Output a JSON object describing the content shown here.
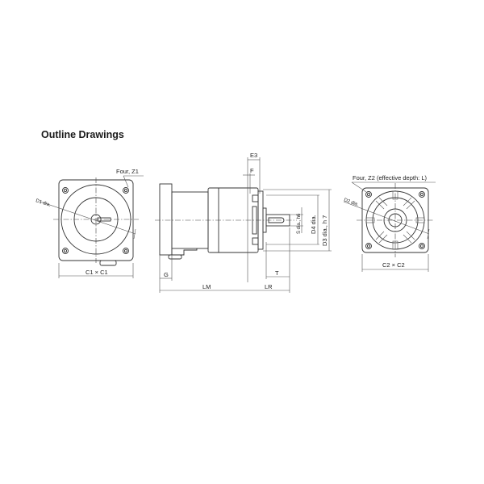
{
  "title": "Outline Drawings",
  "views": {
    "front": {
      "callout_holes": "Four, Z1",
      "diameter_label": "D1 dia.",
      "width_label": "C1 × C1"
    },
    "side": {
      "dim_E3": "E3",
      "dim_F": "F",
      "dim_G": "G",
      "dim_LM": "LM",
      "dim_LR": "LR",
      "dim_T": "T",
      "dim_S": "S dia., h6",
      "dim_D4": "D4 dia.",
      "dim_D3": "D3 dia., h 7"
    },
    "rear": {
      "callout_holes": "Four, Z2 (effective depth: L)",
      "diameter_label": "D2 dia.",
      "width_label": "C2 × C2"
    }
  },
  "colors": {
    "line": "#333333",
    "background": "#ffffff",
    "text": "#222222"
  }
}
